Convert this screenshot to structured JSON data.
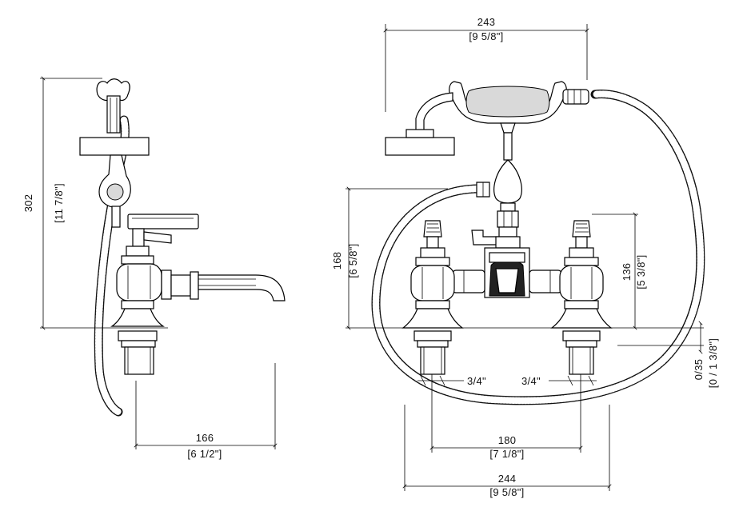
{
  "side_view": {
    "height": {
      "mm": "302",
      "inch": "[11 7/8\"]"
    },
    "reach": {
      "mm": "166",
      "inch": "[6 1/2\"]"
    }
  },
  "front_view": {
    "handset_width": {
      "mm": "243",
      "inch": "[9 5/8\"]"
    },
    "body_height": {
      "mm": "168",
      "inch": "[6 5/8\"]"
    },
    "handle_height": {
      "mm": "136",
      "inch": "[5 3/8\"]"
    },
    "deck_thickness": {
      "mm": "0/35",
      "inch": "[0 / 1 3/8\"]"
    },
    "inlet_left": "3/4\"",
    "inlet_right": "3/4\"",
    "centers": {
      "mm": "180",
      "inch": "[7 1/8\"]"
    },
    "overall_width": {
      "mm": "244",
      "inch": "[9 5/8\"]"
    }
  }
}
